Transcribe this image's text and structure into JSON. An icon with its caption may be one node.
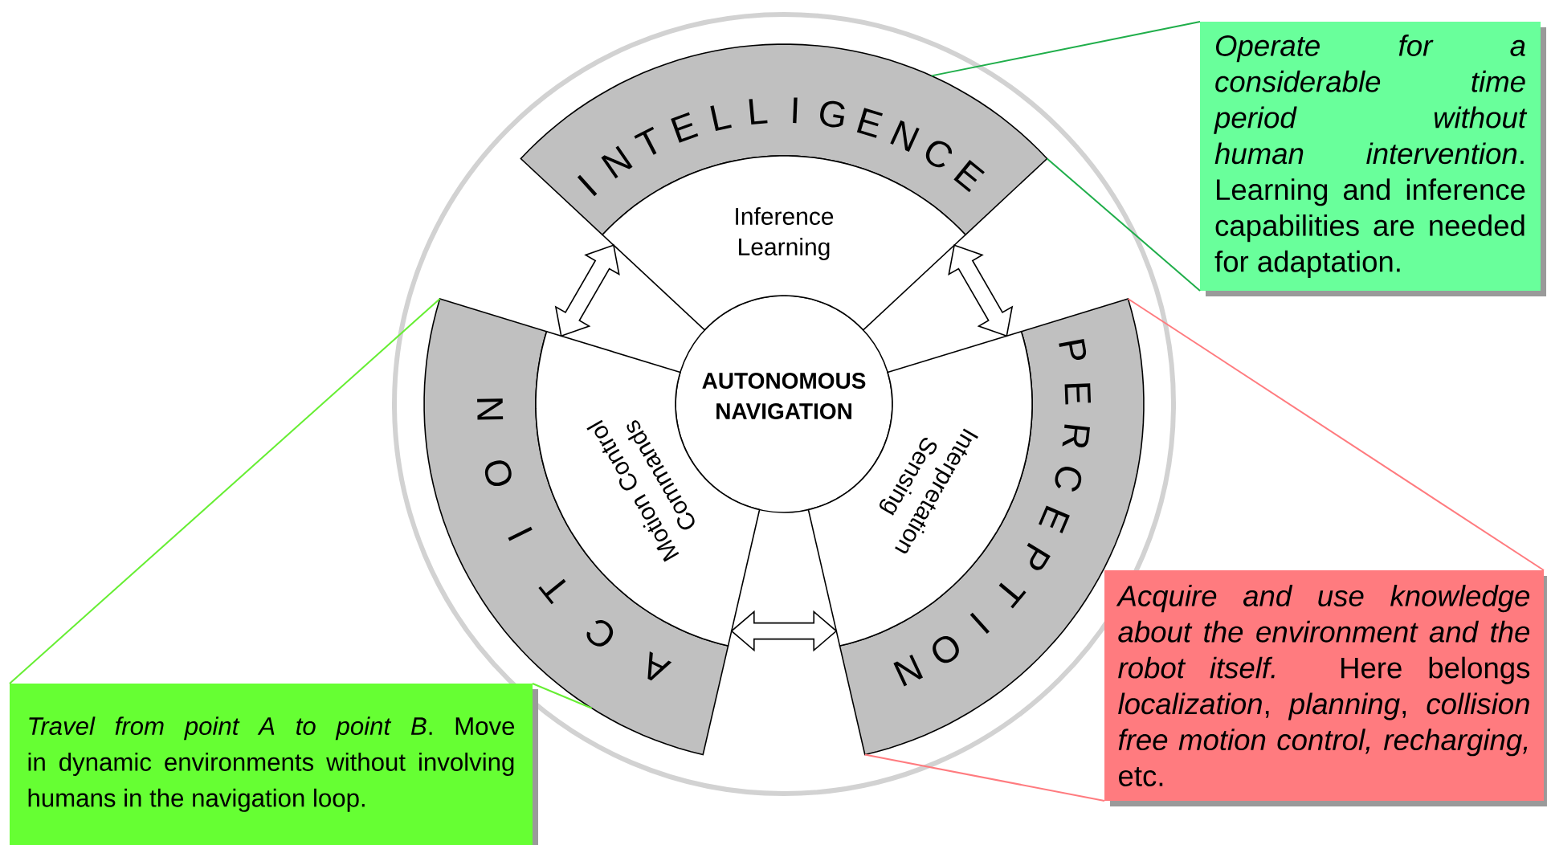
{
  "diagram": {
    "nodes": [
      {
        "text": [
          "AUTONOMOUS NAVIGATION"
        ]
      },
      {
        "text": [
          "INTELLIGENCE",
          "Inference Learning"
        ]
      },
      {
        "text": [
          "PERCEPTION",
          "Interpretation Sensing"
        ]
      },
      {
        "text": [
          "ACTION",
          "Motion Control Commands"
        ]
      },
      {
        "text": [
          "*Operate for a considerable time period without human intervention*. Learning and inference capabilities are needed for adaptation."
        ]
      },
      {
        "text": [
          "*Acquire and use knowledge about the environment and the robot itself.* Here belongs *localization*, *planning*, *collision free motion control, recharging,* etc."
        ]
      },
      {
        "text": [
          "*Travel from point A to point B*. Move in dynamic environments without involving humans in the navigation loop."
        ]
      }
    ],
    "edges": [
      {
        "from": 1,
        "to": 3,
        "arrow": "both"
      },
      {
        "from": 1,
        "to": 2,
        "arrow": "both"
      },
      {
        "from": 3,
        "to": 2,
        "arrow": "both"
      },
      {
        "from": 4,
        "to": 1,
        "arrow": "none",
        "color": "#1fae4a"
      },
      {
        "from": 4,
        "to": 1,
        "arrow": "none",
        "color": "#1fae4a"
      },
      {
        "from": 5,
        "to": 2,
        "arrow": "none",
        "color": "#ff7b7f"
      },
      {
        "from": 5,
        "to": 2,
        "arrow": "none",
        "color": "#ff7b7f"
      },
      {
        "from": 6,
        "to": 3,
        "arrow": "none",
        "color": "#66ee33"
      },
      {
        "from": 6,
        "to": 3,
        "arrow": "none",
        "color": "#66ee33"
      }
    ]
  }
}
